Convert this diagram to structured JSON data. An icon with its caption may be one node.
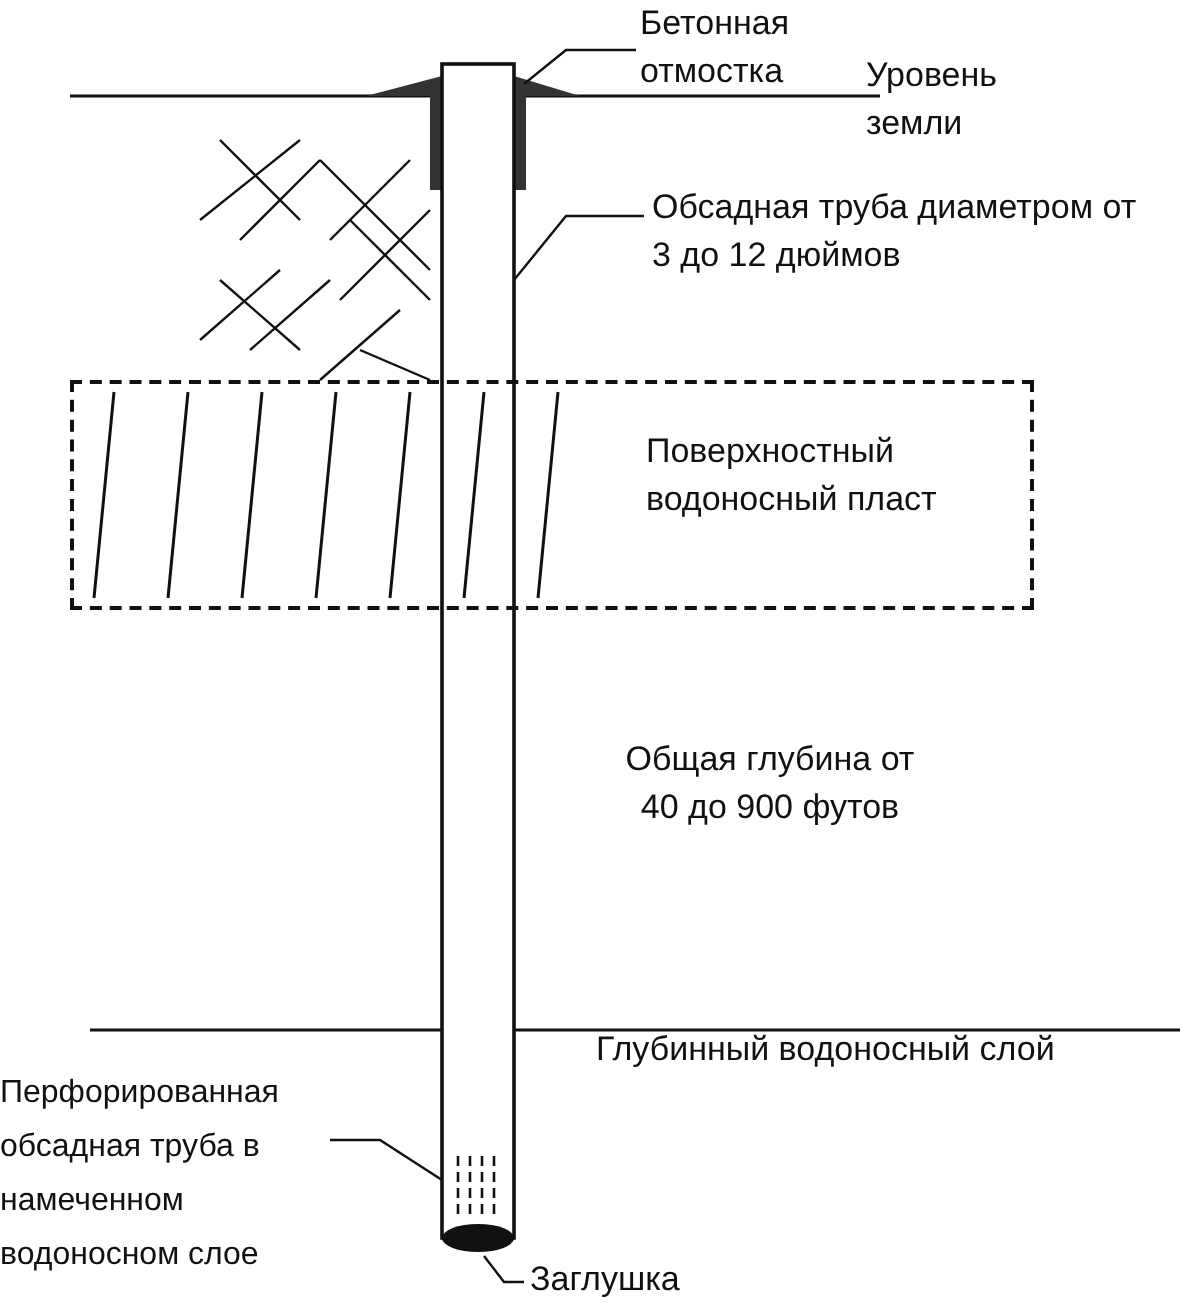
{
  "diagram": {
    "nodes": [
      {
        "text": [
          "Поверхностный водоносный пласт"
        ]
      },
      {
        "text": [
          "Бетонная отмостка"
        ]
      },
      {
        "text": [],
        "shape": "box"
      },
      {
        "text": [
          "Обсадная труба диаметром от 3 до 12 дюймов"
        ]
      },
      {
        "text": [],
        "shape": "cylinder"
      },
      {
        "text": [
          "Перфорированная обсадная труба в намеченном водоносном слое"
        ]
      },
      {
        "text": [],
        "shape": "box",
        "in": 4
      },
      {
        "text": [
          "Заглушка"
        ]
      },
      {
        "text": [],
        "shape": "ellipse"
      }
    ],
    "edges": [
      {
        "from": 1,
        "to": 2,
        "arrow": "none"
      },
      {
        "from": 3,
        "to": 4,
        "arrow": "none"
      },
      {
        "from": 5,
        "to": 6,
        "arrow": "none"
      },
      {
        "from": 7,
        "to": 8,
        "arrow": "none"
      }
    ],
    "labels": [
      "Уровень земли",
      "Общая глубина от 40 до 900 футов",
      "Глубинный водоносный слой"
    ]
  }
}
